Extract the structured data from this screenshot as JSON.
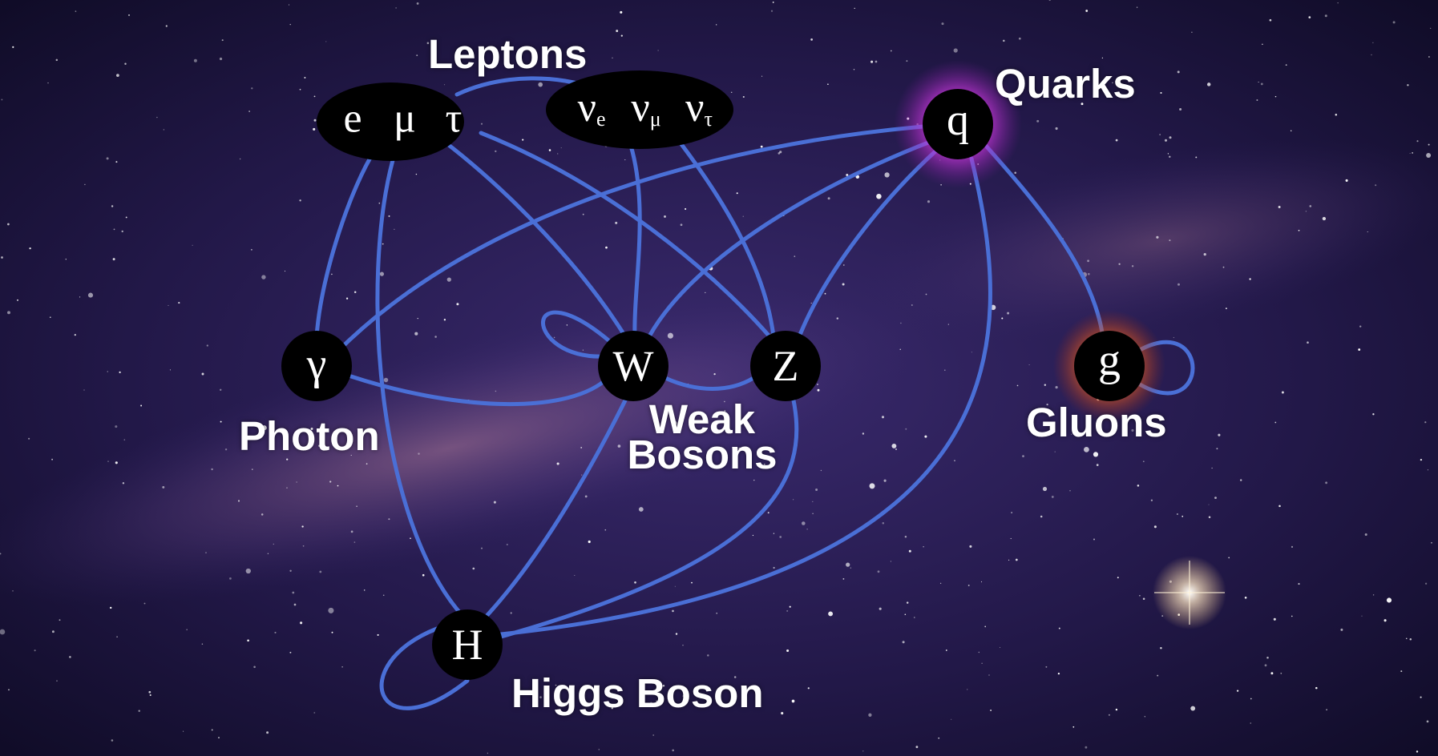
{
  "colors": {
    "edge": "#4a6fd6",
    "node_fill": "#000000",
    "quark_glow": "#d43ae6",
    "gluon_glow": "#ff6a1f",
    "label": "#ffffff"
  },
  "groups": {
    "leptons": "Leptons",
    "quarks": "Quarks",
    "photon": "Photon",
    "weak_bosons": "Weak\nBosons",
    "gluons": "Gluons",
    "higgs": "Higgs Boson"
  },
  "nodes": {
    "charged_leptons": {
      "symbols": [
        "e",
        "μ",
        "τ"
      ]
    },
    "neutrinos": {
      "symbols": [
        [
          "ν",
          "e"
        ],
        [
          "ν",
          "μ"
        ],
        [
          "ν",
          "τ"
        ]
      ]
    },
    "quark": "q",
    "photon": "γ",
    "w": "W",
    "z": "Z",
    "gluon": "g",
    "higgs": "H"
  },
  "edges": [
    [
      "charged_leptons",
      "photon"
    ],
    [
      "charged_leptons",
      "higgs"
    ],
    [
      "charged_leptons",
      "w"
    ],
    [
      "charged_leptons",
      "z"
    ],
    [
      "charged_leptons",
      "neutrinos"
    ],
    [
      "neutrinos",
      "w"
    ],
    [
      "neutrinos",
      "z"
    ],
    [
      "quark",
      "photon"
    ],
    [
      "quark",
      "w"
    ],
    [
      "quark",
      "z"
    ],
    [
      "quark",
      "gluon"
    ],
    [
      "quark",
      "higgs"
    ],
    [
      "photon",
      "w"
    ],
    [
      "w",
      "z"
    ],
    [
      "w",
      "w"
    ],
    [
      "w",
      "higgs"
    ],
    [
      "z",
      "higgs"
    ],
    [
      "gluon",
      "gluon"
    ],
    [
      "higgs",
      "higgs"
    ]
  ]
}
